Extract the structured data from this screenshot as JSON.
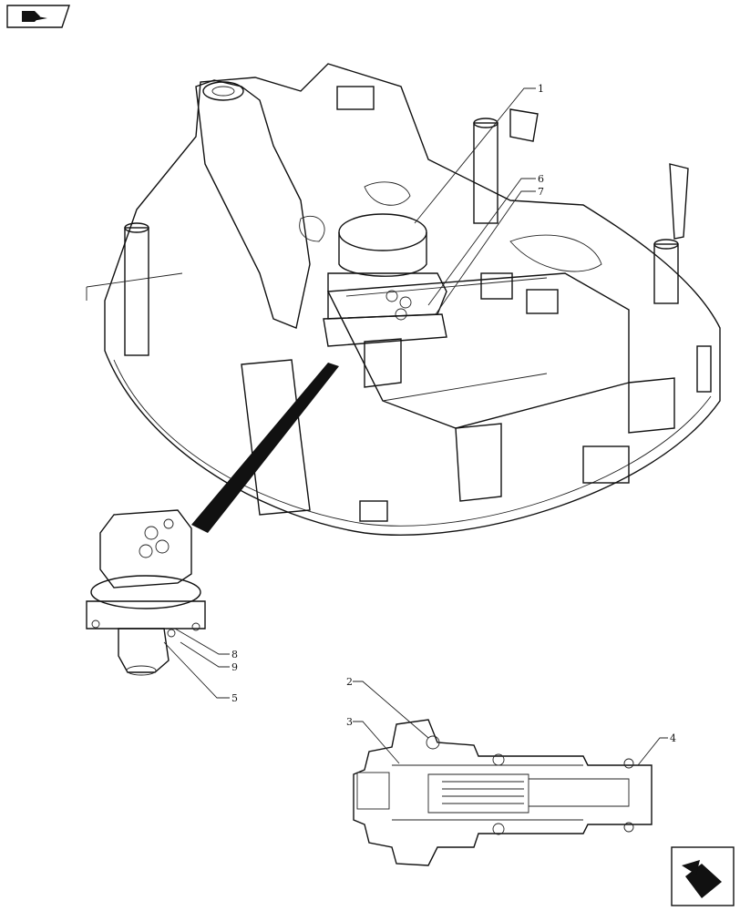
{
  "callouts": [
    {
      "id": "1",
      "label": "1"
    },
    {
      "id": "2",
      "label": "2"
    },
    {
      "id": "3",
      "label": "3"
    },
    {
      "id": "4",
      "label": "4"
    },
    {
      "id": "5",
      "label": "5"
    },
    {
      "id": "6",
      "label": "6"
    },
    {
      "id": "7",
      "label": "7"
    },
    {
      "id": "8",
      "label": "8"
    },
    {
      "id": "9",
      "label": "9"
    }
  ],
  "icons": {
    "top_left": "previous-page-arrow-icon",
    "bottom_right": "next-page-arrow-icon"
  }
}
